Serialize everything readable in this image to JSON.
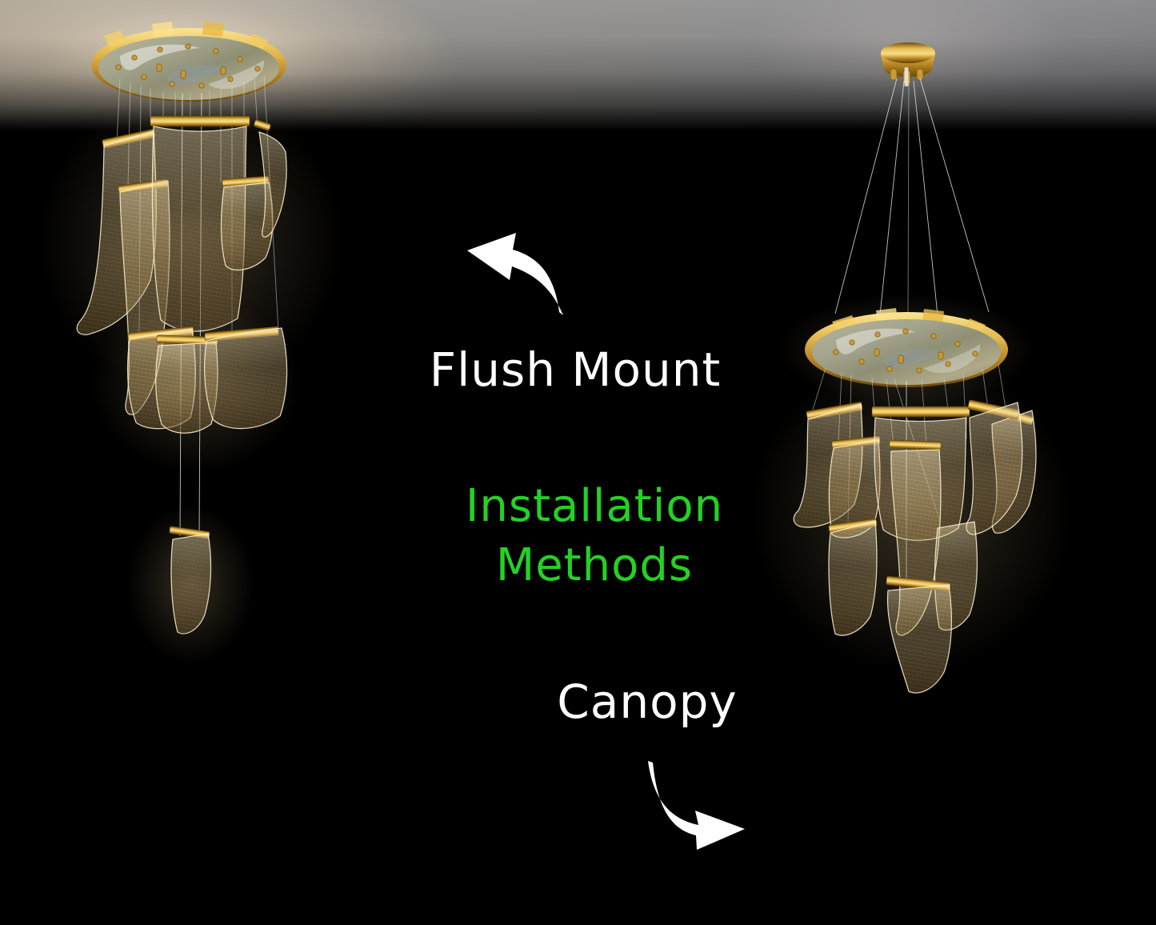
{
  "title": {
    "line1": "Installation",
    "line2": "Methods"
  },
  "methods": [
    {
      "label": "Flush Mount",
      "arrow_icon": "curved-arrow-up-left-icon",
      "side": "left"
    },
    {
      "label": "Canopy",
      "arrow_icon": "curved-arrow-down-right-icon",
      "side": "right"
    }
  ],
  "colors": {
    "accent_green": "#23d223",
    "label_white": "#ffffff",
    "gold": "#c9992e",
    "ceiling_gray": "#8a8988",
    "background": "#000000"
  }
}
